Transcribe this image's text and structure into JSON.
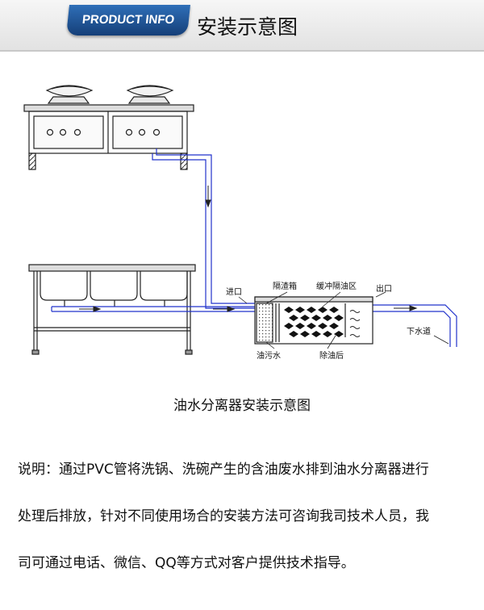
{
  "header": {
    "badge": "PRODUCT INFO",
    "title": "安装示意图"
  },
  "diagram": {
    "labels": {
      "inlet": "进口",
      "screen_box": "隔渣箱",
      "buffer_zone": "缓冲隔油区",
      "outlet": "出口",
      "sewer": "下水道",
      "oily_water": "油污水",
      "after_oil_removal": "除油后"
    },
    "colors": {
      "pipe": "#2233cc",
      "line": "#222222"
    }
  },
  "caption": "油水分离器安装示意图",
  "description": {
    "lines": [
      "说明：通过PVC管将洗锅、洗碗产生的含油废水排到油水分离器进行",
      "处理后排放，针对不同使用场合的安装方法可咨询我司技术人员，我",
      "司可通过电话、微信、QQ等方式对客户提供技术指导。"
    ]
  }
}
